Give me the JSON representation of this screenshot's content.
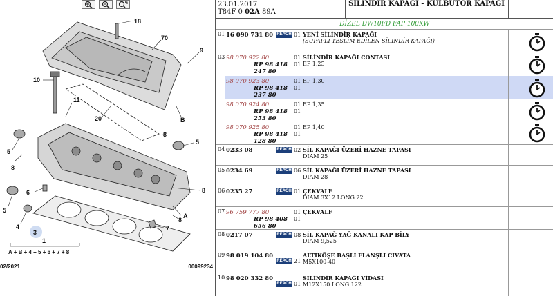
{
  "header": {
    "date": "23.01.2017",
    "code_prefix": "T84F 0",
    "code_bold": "02A",
    "code_suffix": "89A",
    "title": "SİLİNDİR KAPAĞI - KÜLBÜTÖR KAPAĞI"
  },
  "engine": "DİZEL DW10FD FAP 100KW",
  "diagram": {
    "date": "02/2021",
    "ref": "00099234",
    "labels": [
      "18",
      "70",
      "9",
      "10",
      "11",
      "20",
      "B",
      "5",
      "8",
      "8",
      "5",
      "8",
      "6",
      "5",
      "4",
      "3",
      "1",
      "A",
      "7",
      "8"
    ],
    "assembly": "A + B + 4 + 5 + 6 + 7 + 8"
  },
  "reach_label": "REACH",
  "parts": [
    {
      "idx": "01",
      "ref": "16 090 731 80",
      "qty": "01",
      "reach": true,
      "title": "YENİ SİLİNDİR KAPAĞI",
      "sub": "(SUPAPLI TESLİM EDİLEN SİLİNDİR KAPAĞI)",
      "watch": true
    },
    {
      "idx": "03",
      "title": "SİLİNDİR KAPAĞI CONTASI",
      "variants": [
        {
          "alt": "98 070 922 80",
          "rp": "RP 98 418 247 80",
          "q1": "01",
          "q2": "01",
          "d": "EP 1,25"
        },
        {
          "alt": "98 070 923 80",
          "rp": "RP 98 418 237 80",
          "q1": "01",
          "q2": "01",
          "d": "EP 1,30"
        },
        {
          "alt": "98 070 924 80",
          "rp": "RP 98 418 253 80",
          "q1": "01",
          "q2": "01",
          "d": "EP 1,35"
        },
        {
          "alt": "98 070 925 80",
          "rp": "RP 98 418 128 80",
          "q1": "01",
          "q2": "01",
          "d": "EP 1,40"
        }
      ]
    },
    {
      "idx": "04",
      "ref": "0233 08",
      "qty": "02",
      "reach": true,
      "title": "SİL KAPAĞI ÜZERİ HAZNE TAPASI",
      "sub": "DIAM 25"
    },
    {
      "idx": "05",
      "ref": "0234 69",
      "qty": "06",
      "reach": true,
      "title": "SİL KAPAĞI ÜZERİ HAZNE TAPASI",
      "sub": "DIAM 28"
    },
    {
      "idx": "06",
      "ref": "0235 27",
      "qty": "01",
      "reach": true,
      "title": "ÇEKVALF",
      "sub": "DIAM 3X12 LONG 22"
    },
    {
      "idx": "07",
      "alt": "96 759 777 80",
      "rp": "RP 98 408 656 80",
      "q1": "01",
      "q2": "01",
      "title": "ÇEKVALF"
    },
    {
      "idx": "08",
      "ref": "0217 07",
      "qty": "08",
      "reach": true,
      "title": "SİL KAPAĞ YAĞ KANALI KAP BİLY",
      "sub": "DIAM 9,525"
    },
    {
      "idx": "09",
      "ref": "98 019 104 80",
      "qty": "21",
      "reach": true,
      "title": "ALTIKÖŞE BAŞLI FLANŞLI CIVATA",
      "sub": "M5X100-40"
    },
    {
      "idx": "10",
      "ref": "98 020 332 80",
      "qty": "01",
      "reach": true,
      "title": "SİLİNDİR KAPAĞI VİDASI",
      "sub": "M12X150 LONG 122"
    }
  ]
}
